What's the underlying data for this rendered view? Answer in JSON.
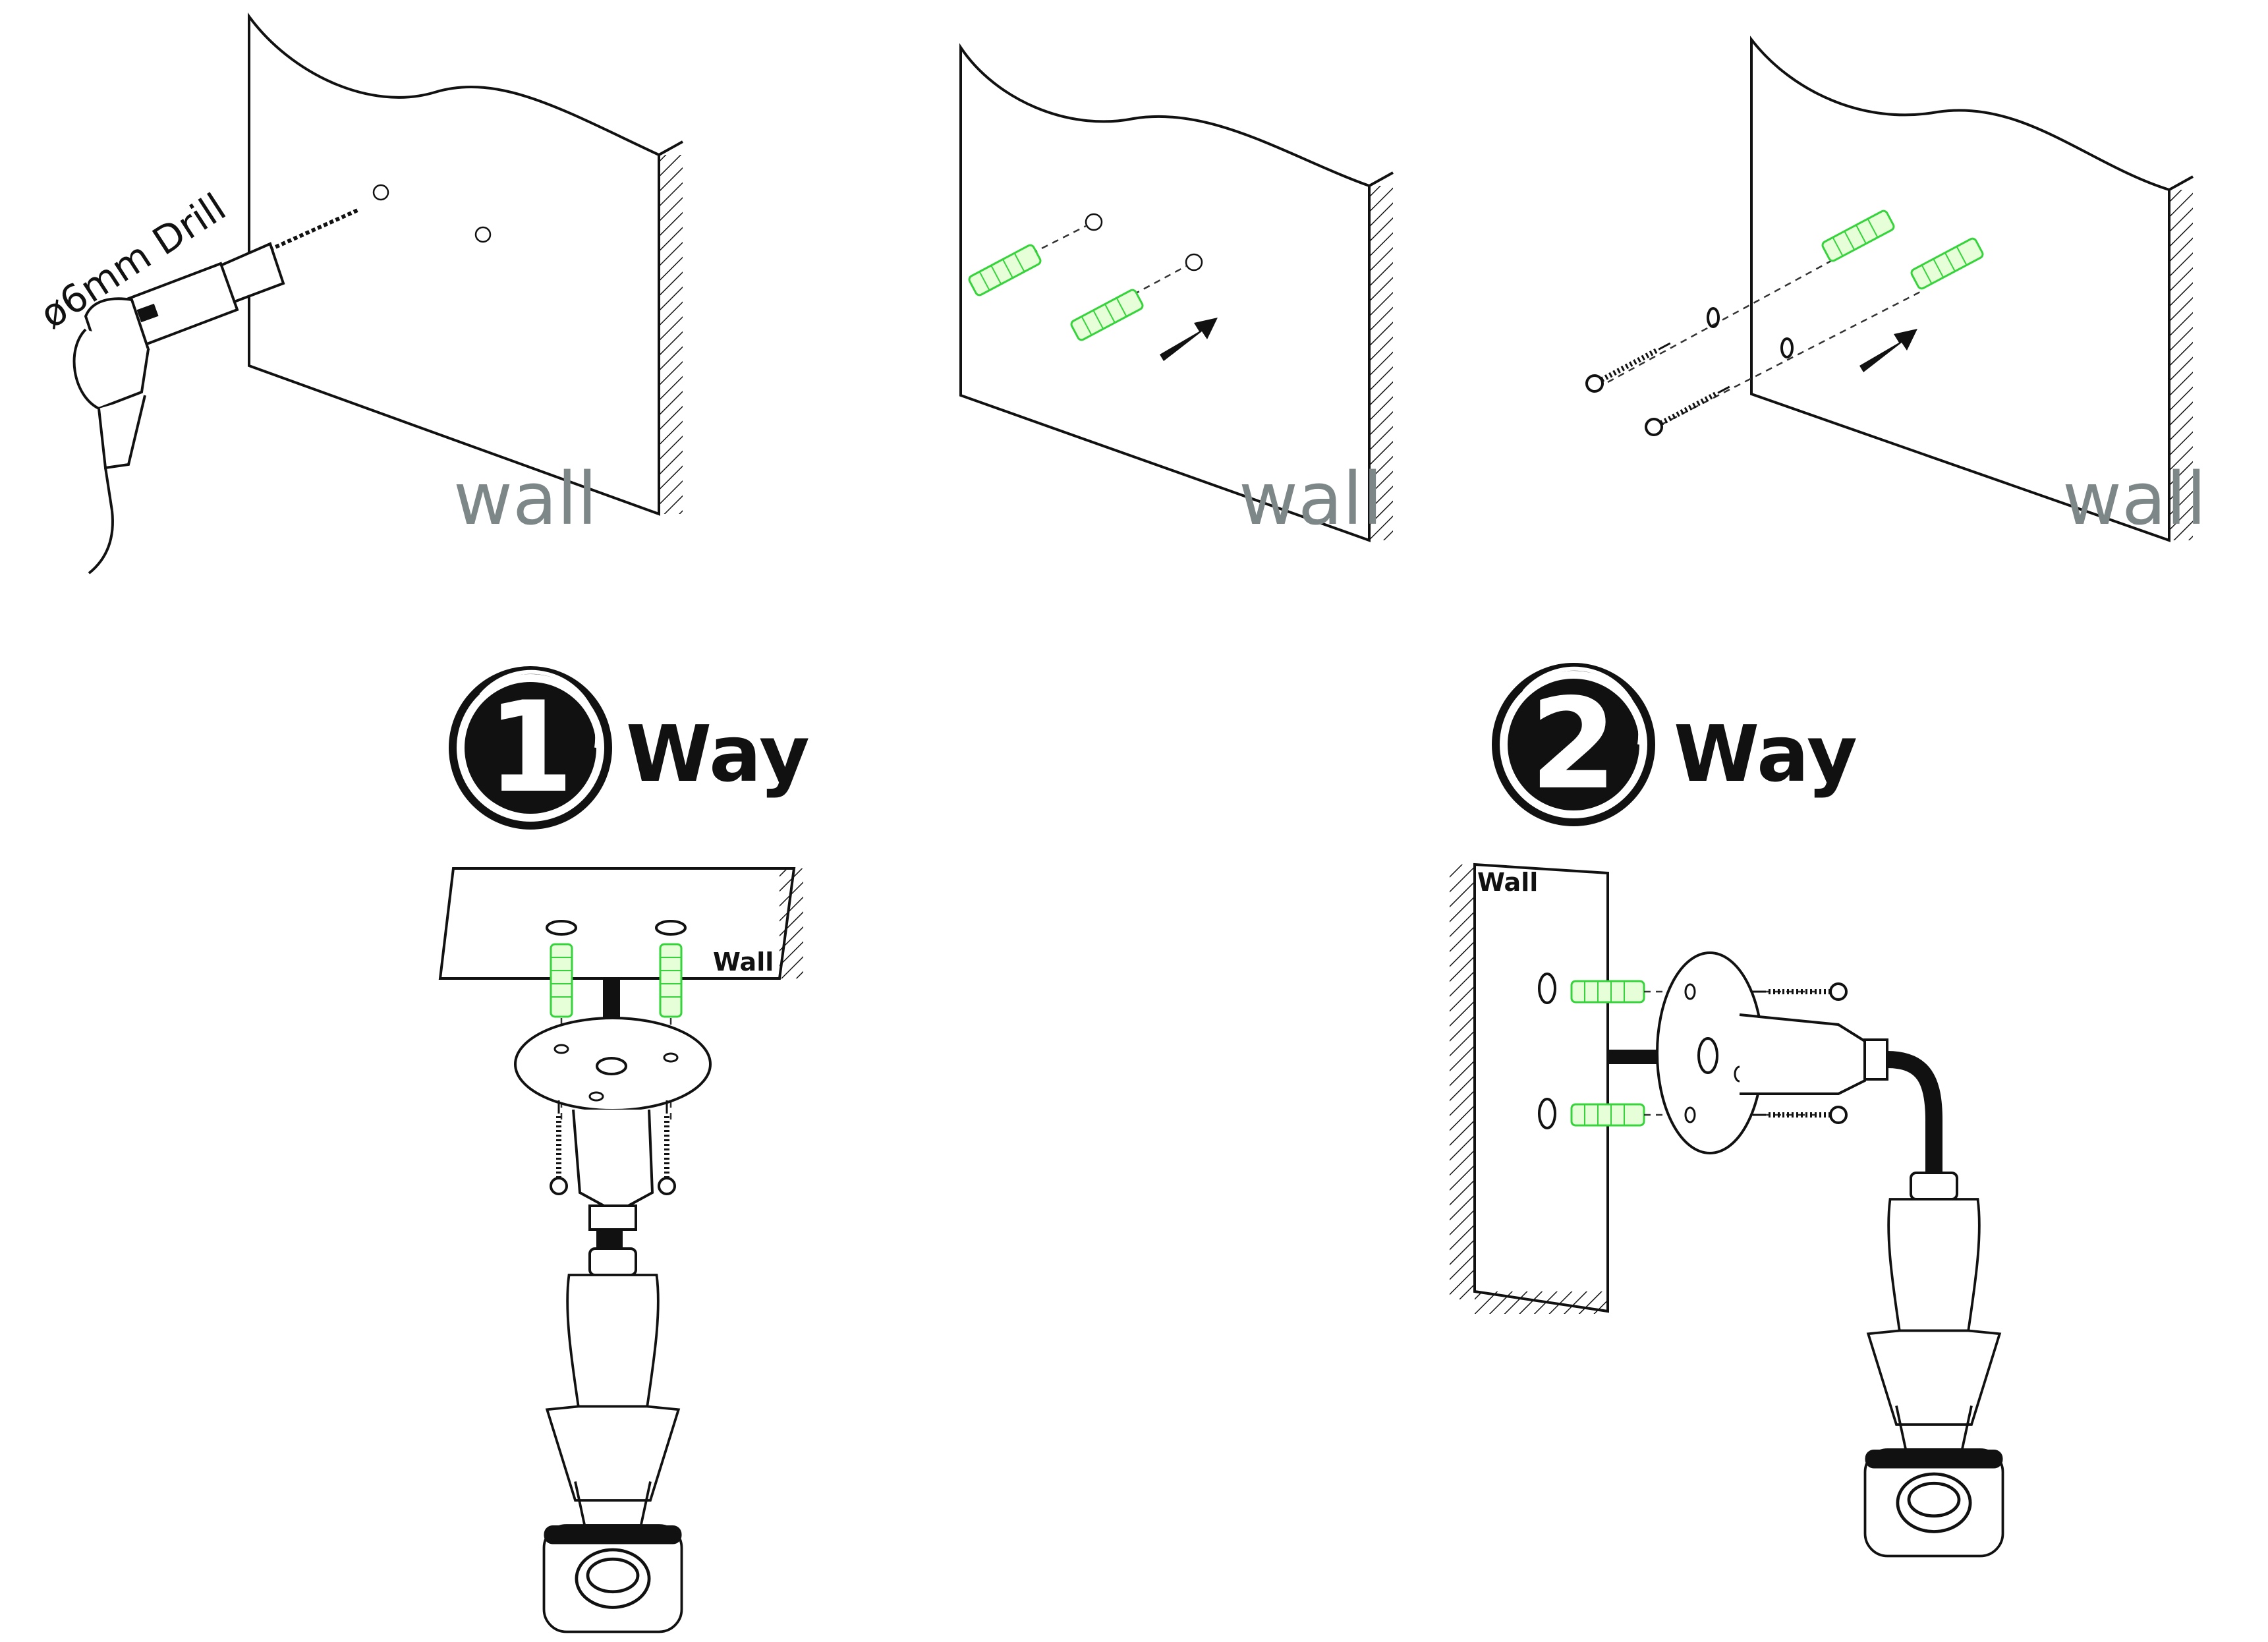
{
  "figure": {
    "panels": [
      {
        "wall_label": "wall",
        "drill_label": "ø6mm Drill"
      },
      {
        "wall_label": "wall"
      },
      {
        "wall_label": "wall"
      }
    ],
    "methods": [
      {
        "number": "1",
        "label": "Way",
        "wall_tag": "Wall"
      },
      {
        "number": "2",
        "label": "Way",
        "wall_tag": "Wall"
      }
    ]
  },
  "colors": {
    "line": "#111111",
    "anchor_fill": "#e7ffd9",
    "anchor_stroke": "#34d43a",
    "wall_text": "#7d8787"
  }
}
